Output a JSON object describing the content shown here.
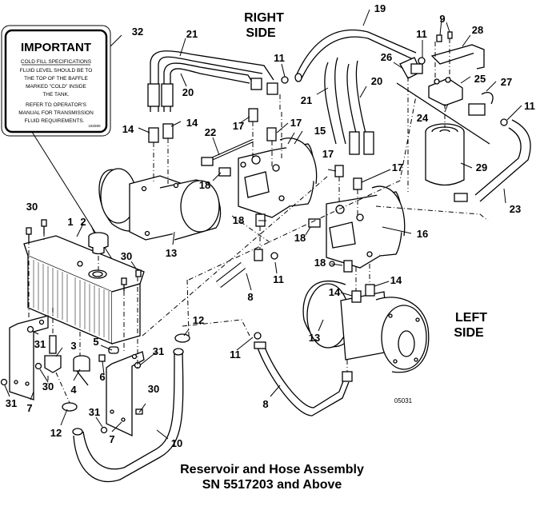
{
  "important_decal": {
    "title": "IMPORTANT",
    "lines": [
      "COLD FILL SPECIFICATIONS",
      "FLUID LEVEL SHOULD BE TO",
      "THE TOP OF THE BAFFLE",
      "MARKED \"COLD\" INSIDE",
      "THE TANK.",
      "REFER TO OPERATOR'S",
      "MANUAL FOR TRANSMISSION",
      "FLUID REQUIREMENTS."
    ],
    "part_no": "182590"
  },
  "side_labels": {
    "right": [
      "RIGHT",
      "SIDE"
    ],
    "left": [
      "LEFT",
      "SIDE"
    ]
  },
  "callouts": {
    "c32": "32",
    "c21a": "21",
    "c20a": "20",
    "c11a": "11",
    "c14a": "14",
    "c14b": "14",
    "c22": "22",
    "c17a": "17",
    "c17b": "17",
    "c15": "15",
    "c18a": "18",
    "c13a": "13",
    "c19": "19",
    "c9": "9",
    "c28": "28",
    "c11b": "11",
    "c26": "26",
    "c25": "25",
    "c27": "27",
    "c11c": "11",
    "c24": "24",
    "c21b": "21",
    "c20b": "20",
    "c17c": "17",
    "c17d": "17",
    "c29": "29",
    "c23": "23",
    "c18b": "18",
    "c18c": "18",
    "c16": "16",
    "c18d": "18",
    "c11d": "11",
    "c8a": "8",
    "c14c": "14",
    "c14d": "14",
    "c13b": "13",
    "c30a": "30",
    "c1": "1",
    "c2": "2",
    "c30b": "30",
    "c12a": "12",
    "c11e": "11",
    "c31a": "31",
    "c3": "3",
    "c5": "5",
    "c31b": "31",
    "c6": "6",
    "c30c": "30",
    "c4": "4",
    "c31c": "31",
    "c7a": "7",
    "c30d": "30",
    "c12b": "12",
    "c31d": "31",
    "c7b": "7",
    "c10": "10",
    "c8b": "8"
  },
  "figure_number": "05031",
  "caption": {
    "line1": "Reservoir and Hose Assembly",
    "line2": "SN 5517203 and Above"
  }
}
